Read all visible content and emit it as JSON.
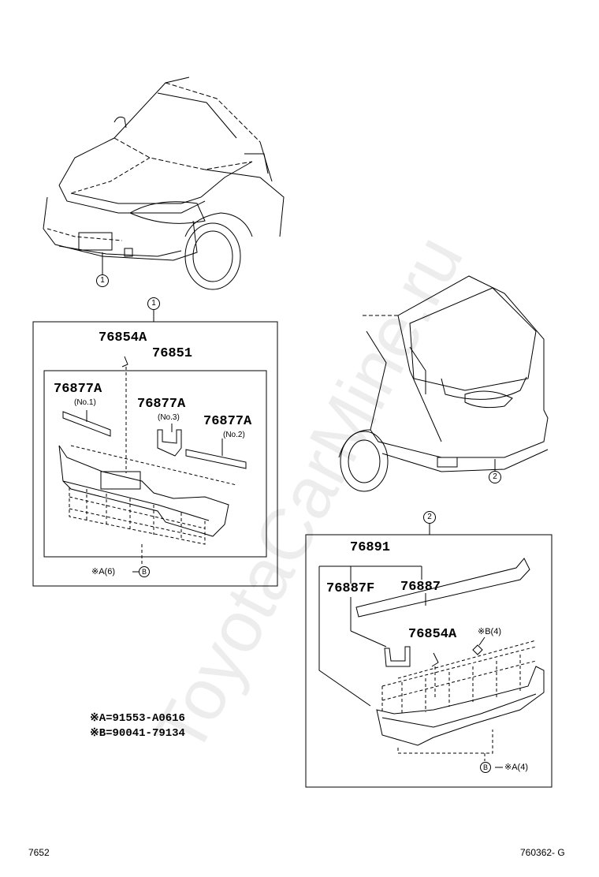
{
  "watermark": "ToyotaCarMine.ru",
  "callouts": {
    "front_car": "1",
    "front_box": "1",
    "rear_car": "2",
    "rear_box": "2"
  },
  "front_group": {
    "clip_part": "76854A",
    "bumper_part": "76851",
    "molding_left_part": "76877A",
    "molding_left_note": "(No.1)",
    "molding_center_part": "76877A",
    "molding_center_note": "(No.3)",
    "molding_right_part": "76877A",
    "molding_right_note": "(No.2)",
    "fastener_label": "※A(6)",
    "fastener_b": "B"
  },
  "rear_group": {
    "bumper_part": "76891",
    "molding_small_part": "76887F",
    "molding_long_part": "76887",
    "clip_part": "76854A",
    "fastener_b_label": "※B(4)",
    "fastener_a_label": "※A(4)",
    "fastener_b": "B"
  },
  "legend": {
    "a": "※A=91553-A0616",
    "b": "※B=90041-79134"
  },
  "footer": {
    "left": "7652",
    "right": "760362- G"
  }
}
